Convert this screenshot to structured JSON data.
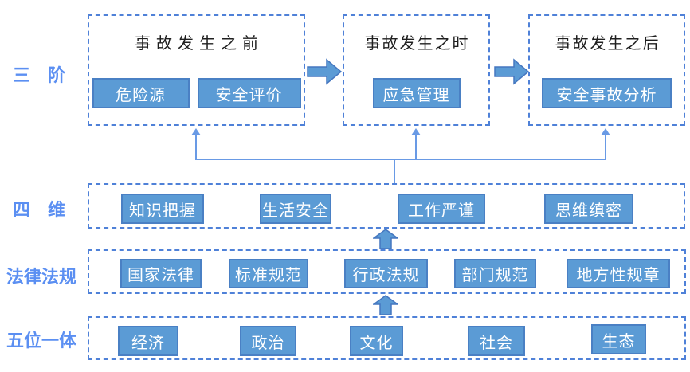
{
  "colors": {
    "accent_blue": "#5b9bd5",
    "button_border": "#4a80c4",
    "dashed_border": "#4f81d8",
    "connector": "#699ae5",
    "label_blue": "#5b8ff2",
    "title_text": "#1f1f1f",
    "button_text": "#ffffff",
    "background": "#ffffff"
  },
  "rows": {
    "stages": {
      "label": "三　阶",
      "boxes": [
        {
          "title": "事故发生之前",
          "buttons": [
            "危险源",
            "安全评价"
          ]
        },
        {
          "title": "事故发生之时",
          "buttons": [
            "应急管理"
          ]
        },
        {
          "title": "事故发生之后",
          "buttons": [
            "安全事故分析"
          ]
        }
      ]
    },
    "dimensions": {
      "label": "四　维",
      "buttons": [
        "知识把握",
        "生活安全",
        "工作严谨",
        "思维缜密"
      ]
    },
    "laws": {
      "label": "法律法规",
      "buttons": [
        "国家法律",
        "标准规范",
        "行政法规",
        "部门规范",
        "地方性规章"
      ]
    },
    "five_in_one": {
      "label": "五位一体",
      "buttons": [
        "经济",
        "政治",
        "文化",
        "社会",
        "生态"
      ]
    }
  },
  "icons": {
    "right_arrow": "right-block-arrow",
    "up_arrow": "up-block-arrow",
    "connector_arrowhead": "up-arrowhead"
  }
}
